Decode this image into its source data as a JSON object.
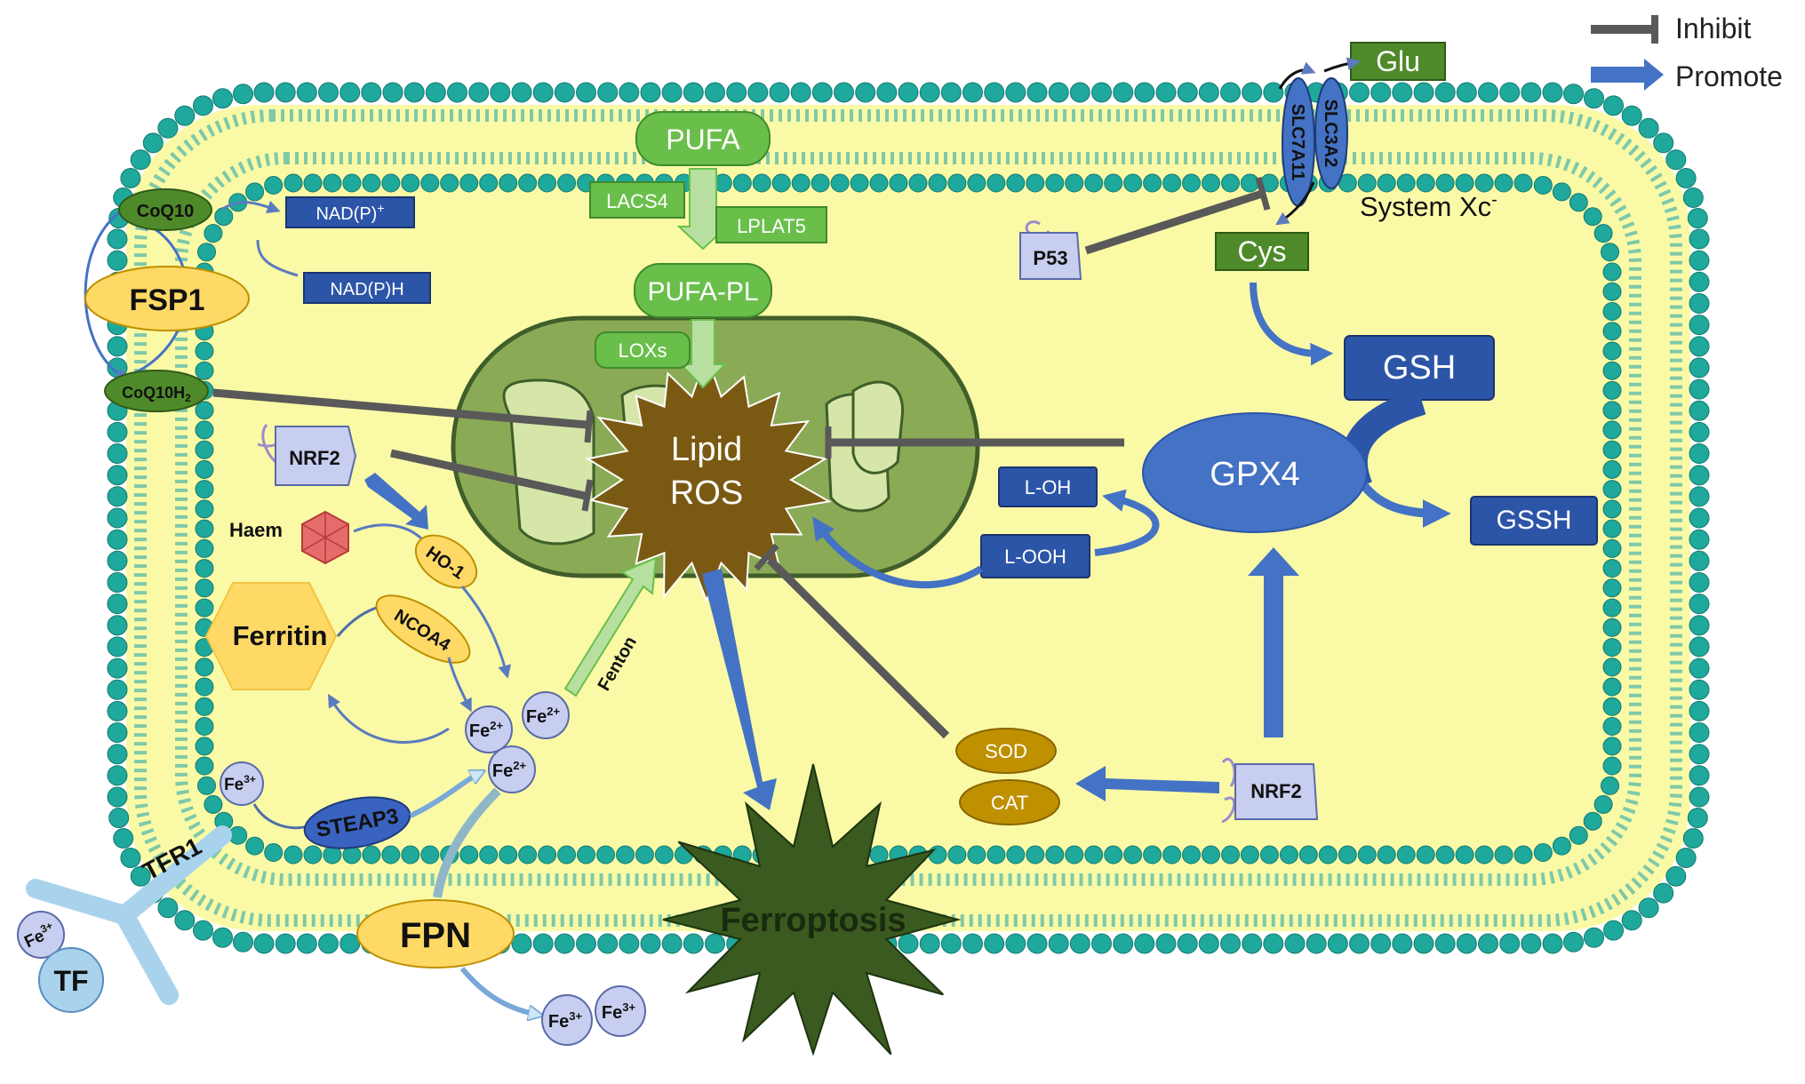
{
  "legend": {
    "inhibit": "Inhibit",
    "promote": "Promote"
  },
  "transport": {
    "glu": "Glu",
    "cys": "Cys",
    "slc7a11": "SLC7A11",
    "slc3a2": "SLC3A2",
    "system_xc": "System Xc",
    "system_xc_sup": "-"
  },
  "lipid": {
    "pufa": "PUFA",
    "lacs4": "LACS4",
    "lplat5": "LPLAT5",
    "pufa_pl": "PUFA-PL",
    "loxs": "LOXs",
    "ros_line1": "Lipid",
    "ros_line2": "ROS"
  },
  "fsp1": {
    "coq10": "CoQ10",
    "fsp1": "FSP1",
    "nadp": "NAD(P)",
    "nadp_sup": "+",
    "nadph": "NAD(P)H",
    "coq10h2": "CoQ10H",
    "coq10h2_sub": "2"
  },
  "nrf2_left": "NRF2",
  "iron": {
    "haem": "Haem",
    "ho1": "HO-1",
    "ferritin": "Ferritin",
    "ncoa4": "NCOA4",
    "fenton": "Fenton",
    "fe": "Fe",
    "fe2_sup": "2+",
    "fe3_sup": "3+",
    "steap3": "STEAP3",
    "tfr1": "TFR1",
    "tf": "TF",
    "fpn": "FPN"
  },
  "gpx": {
    "p53": "P53",
    "gsh": "GSH",
    "gpx4": "GPX4",
    "gssh": "GSSH",
    "loh": "L-OH",
    "looh": "L-OOH",
    "sod": "SOD",
    "cat": "CAT",
    "nrf2": "NRF2"
  },
  "ferroptosis": "Ferroptosis",
  "colors": {
    "cytoplasm": "#fafaa6",
    "bead": "#1fa89c",
    "tail": "#7fc9a9",
    "lipid_green": "#6abf4b",
    "dark_green": "#4f8a2a",
    "dark_blue": "#2c55a8",
    "mid_blue": "#4472c4",
    "arrow_blue": "#4472c4",
    "inhibit_gray": "#595959",
    "ros_brown": "#7a5a12",
    "mito_green": "#8aaa55",
    "ferroptosis": "#3a5a1f",
    "orange": "#ffd966",
    "gold": "#bf9000",
    "lavender": "#c8cef0"
  }
}
